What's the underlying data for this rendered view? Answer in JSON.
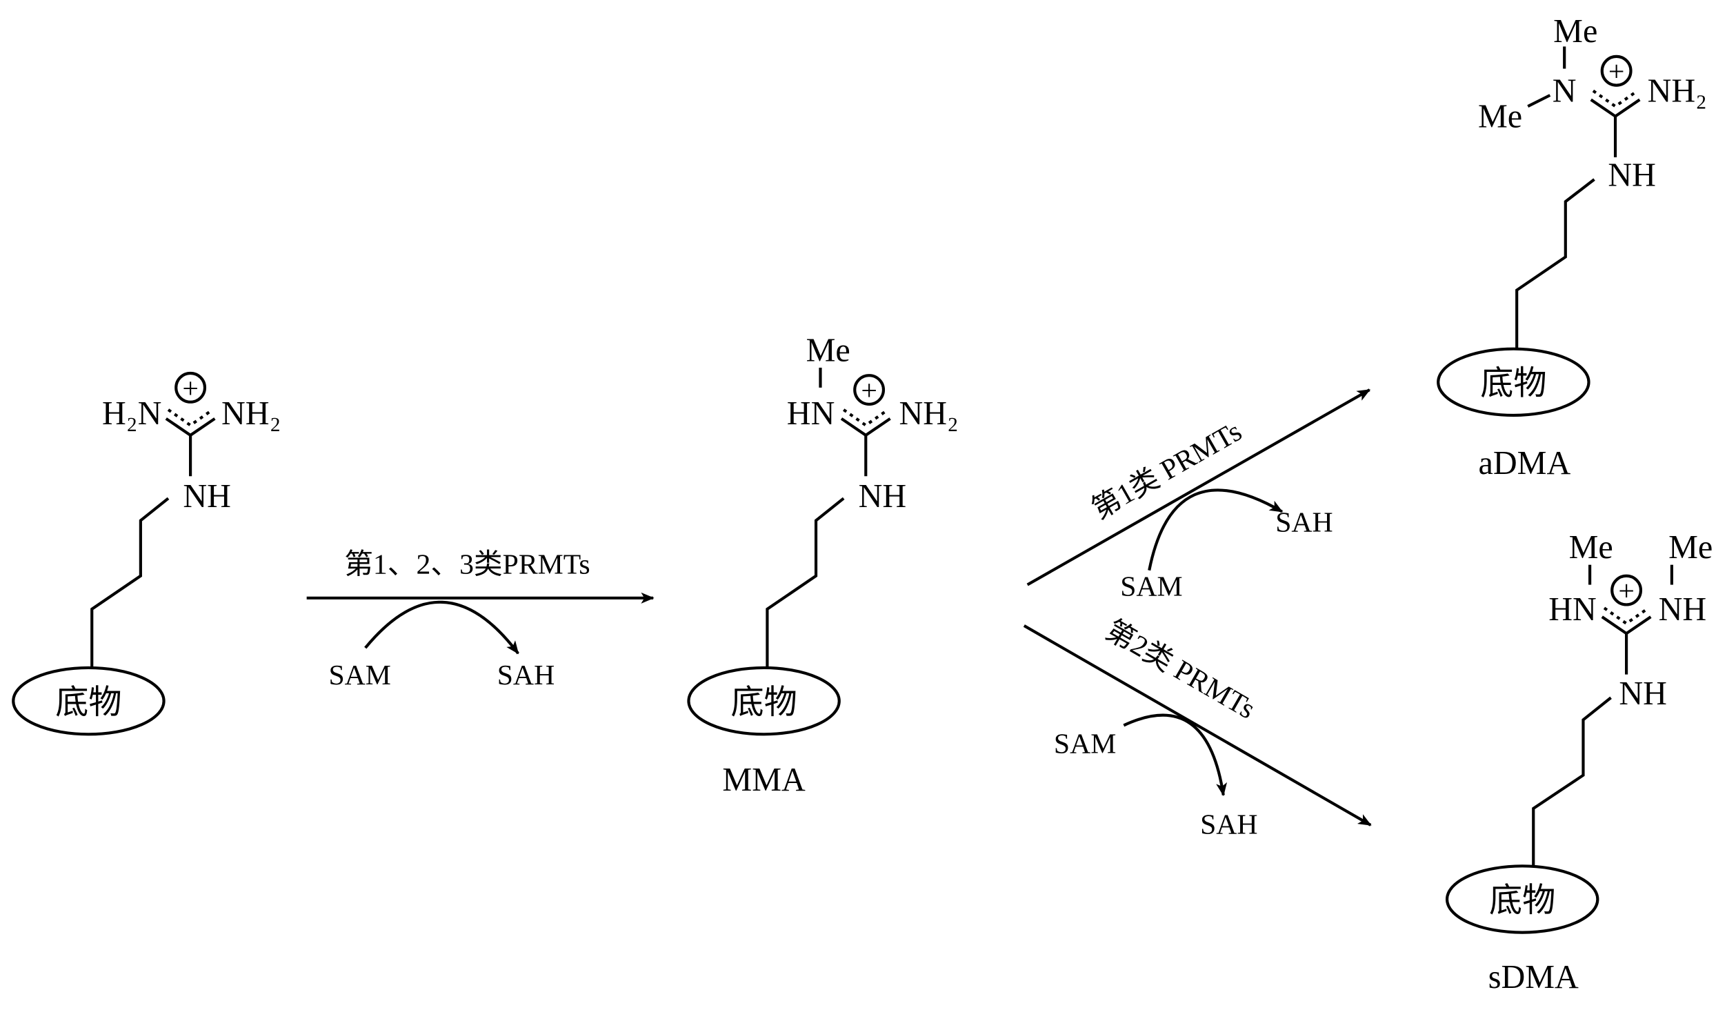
{
  "substrate_label": "底物",
  "atoms": {
    "H2N": "H₂N",
    "NH2": "NH₂",
    "NH": "NH",
    "HN": "HN",
    "N": "N",
    "Me": "Me",
    "plus": "+"
  },
  "products": {
    "mma": "MMA",
    "adma": "aDMA",
    "sdma": "sDMA"
  },
  "reactions": {
    "step1": {
      "enzyme": "第1、2、3类PRMTs",
      "cofactor_in": "SAM",
      "cofactor_out": "SAH"
    },
    "type1": {
      "enzyme": "第1类 PRMTs",
      "cofactor_in": "SAM",
      "cofactor_out": "SAH"
    },
    "type2": {
      "enzyme": "第2类 PRMTs",
      "cofactor_in": "SAM",
      "cofactor_out": "SAH"
    }
  }
}
